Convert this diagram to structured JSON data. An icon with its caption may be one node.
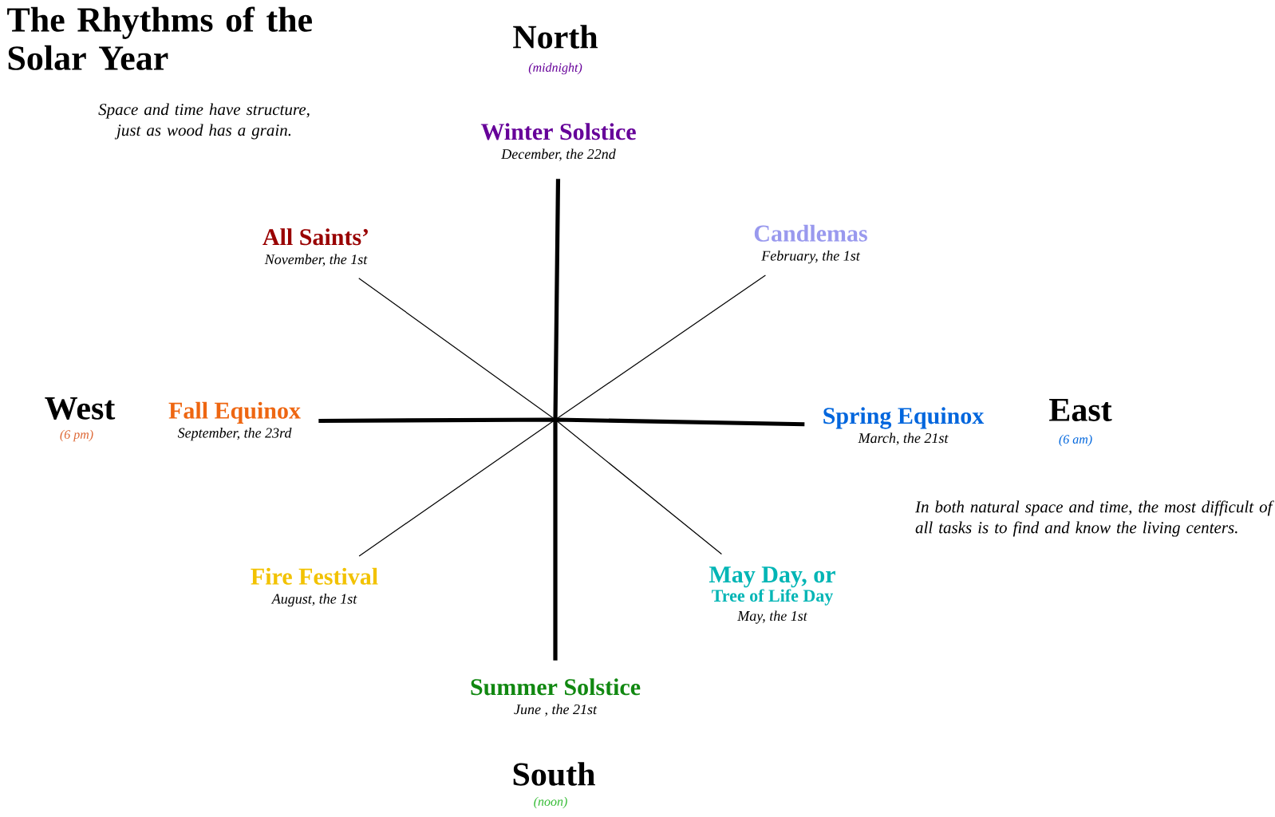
{
  "diagram": {
    "title": "The Rhythms of the Solar Year",
    "nodes": [
      {
        "text": [
          "Winter Solstice",
          "December, the 22nd"
        ]
      },
      {
        "text": [
          "All Saints’",
          "November, the 1st"
        ]
      },
      {
        "text": [
          "Candlemas",
          "February, the 1st"
        ]
      },
      {
        "text": [
          "Fall Equinox",
          "September, the 23rd"
        ]
      },
      {
        "text": [
          "Spring Equinox",
          "March, the 21st"
        ]
      },
      {
        "text": [
          "Fire Festival",
          "August, the 1st"
        ]
      },
      {
        "text": [
          "May Day, or",
          "Tree of Life Day",
          "May, the 1st"
        ]
      },
      {
        "text": [
          "Summer Solstice",
          "June , the 21st"
        ]
      }
    ],
    "edges": [
      {
        "from": 0,
        "to": 7,
        "arrow": "none",
        "style": "thick"
      },
      {
        "from": 3,
        "to": 4,
        "arrow": "none",
        "style": "thick"
      },
      {
        "from": 1,
        "to": 6,
        "arrow": "none"
      },
      {
        "from": 2,
        "to": 5,
        "arrow": "none"
      }
    ],
    "labels": [
      "North",
      "(midnight)",
      "Space and time have structure, just as wood has a grain.",
      "West",
      "(6 pm)",
      "East",
      "(6 am)",
      "In both natural space and time, the most difficult of all tasks is to find and know the living centers.",
      "South",
      "(noon)"
    ]
  }
}
